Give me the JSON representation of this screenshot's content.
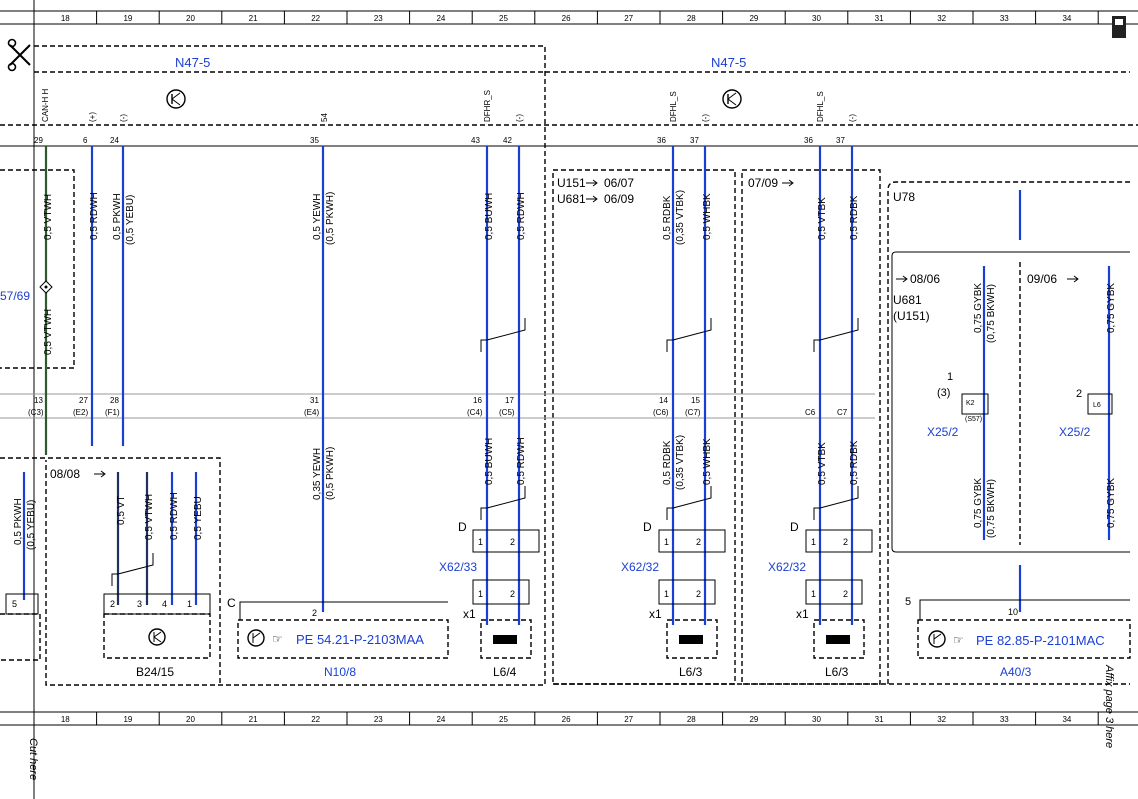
{
  "grid": {
    "columns": [
      "18",
      "19",
      "20",
      "21",
      "22",
      "23",
      "24",
      "25",
      "26",
      "27",
      "28",
      "29",
      "30",
      "31",
      "32",
      "33",
      "34"
    ]
  },
  "modules": {
    "n47_left": "N47-5",
    "n47_right": "N47-5",
    "n10": "N10/8",
    "b24": "B24/15",
    "l64": "L6/4",
    "l63a": "L6/3",
    "l63b": "L6/3",
    "a40": "A40/3",
    "x6233": "X62/33",
    "x6232a": "X62/32",
    "x6232b": "X62/32",
    "x252a": "X25/2",
    "x252b": "X25/2",
    "left_ref": "57/69"
  },
  "refs": {
    "pe_n10": "PE 54.21-P-2103MAA",
    "pe_a40": "PE 82.85-P-2101MAC"
  },
  "top_pins": {
    "canhh": "CAN-H H",
    "p29": "29",
    "plus": "(+)",
    "p6": "6",
    "minus1": "(-)",
    "p24": "24",
    "n54": "54",
    "p35": "35",
    "dfhr": "DFHR_S",
    "p43": "43",
    "minus2": "(-)",
    "p42": "42",
    "dfhl": "DFHL_S",
    "p36a": "36",
    "minus3": "(-)",
    "p37a": "37",
    "dfhl2": "DFHL_S",
    "p36b": "36",
    "minus4": "(-)",
    "p37b": "37"
  },
  "wires_top": {
    "w1": "0,5 VTWH",
    "w2": "0,5 RDWH",
    "w3a": "0,5 PKWH",
    "w3b": "(0,5 YEBU)",
    "w4a": "0,5 YEWH",
    "w4b": "(0,5 PKWH)",
    "w5": "0,5 BUWH",
    "w6": "0,5 RDWH",
    "w7a": "0,5 RDBK",
    "w7b": "(0,35 VTBK)",
    "w8": "0,5 WHBK",
    "w9": "0,5 VTBK",
    "w10": "0,5 RDBK",
    "w11": "0,5 VTWH",
    "w12a": "0,75 GYBK",
    "w12b": "(0,75 BKWH)",
    "w13": "0,75 GYBK"
  },
  "mid_pins": {
    "p13": "13",
    "c3": "(C3)",
    "p27": "27",
    "e2": "(E2)",
    "p28": "28",
    "f1": "(F1)",
    "p31": "31",
    "e4": "(E4)",
    "p16": "16",
    "c4": "(C4)",
    "p17": "17",
    "c5": "(C5)",
    "p14": "14",
    "c6": "(C6)",
    "p15": "15",
    "c7": "(C7)",
    "c6b": "C6",
    "c7b": "C7"
  },
  "wires_bottom": {
    "b1a": "0,5 PKWH",
    "b1b": "(0,5 YEBU)",
    "b2": "0,5 VT",
    "b3": "0,5 VTWH",
    "b4": "0,5 RDWH",
    "b5": "0,5 YEBU",
    "b6a": "0,35 YEWH",
    "b6b": "(0,5 PKWH)",
    "b7": "0,5 BUWH",
    "b8": "0,5 RDWH",
    "b9a": "0,5 RDBK",
    "b9b": "(0,35 VTBK)",
    "b10": "0,5 WHBK",
    "b11": "0,5 VTBK",
    "b12": "0,5 RDBK",
    "b13a": "0,75 GYBK",
    "b13b": "(0,75 BKWH)",
    "b14": "0,75 GYBK"
  },
  "notes": {
    "u151": "U151",
    "d0607": "06/07",
    "u681": "U681",
    "d0609": "06/09",
    "d0709": "07/09",
    "u78": "U78",
    "d0806": "08/06",
    "u681b": "U681",
    "u151b": "(U151)",
    "d0906": "09/06",
    "d0808": "08/08",
    "n1": "1",
    "n3": "(3)",
    "n2": "2",
    "k2": "K2",
    "s57": "(S57)",
    "l6": "L6",
    "c": "C",
    "d1": "D",
    "d2": "D",
    "d3": "D",
    "x1a": "x1",
    "x1b": "x1",
    "x1c": "x1",
    "five1": "5",
    "five2": "5",
    "ten": "10",
    "two": "2",
    "b24p2": "2",
    "b24p3": "3",
    "b24p4": "4",
    "b24p1": "1",
    "c1": "1",
    "c2": "2",
    "c3": "1",
    "c4": "2",
    "c5": "1",
    "c6": "2",
    "c7": "1",
    "c8": "2",
    "c9": "1",
    "c10": "2",
    "c11": "1",
    "c12": "2"
  },
  "margin": {
    "cut": "Cut here",
    "affix": "Affix page 3 here"
  },
  "colors": {
    "wire": "#1a3fd6",
    "text_blue": "#1a3fd6"
  }
}
